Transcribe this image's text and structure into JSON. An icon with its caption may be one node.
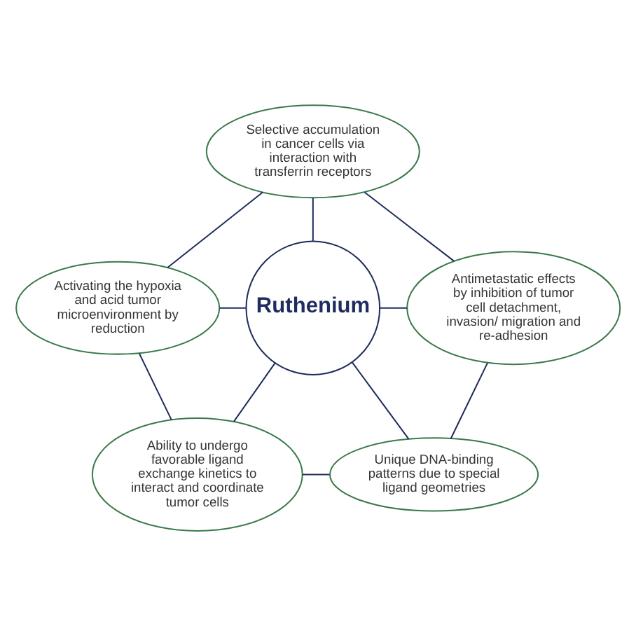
{
  "diagram": {
    "nodes": [
      {
        "text": [
          "Ruthenium"
        ]
      },
      {
        "text": [
          "Selective accumulation in cancer cells via interaction with transferrin receptors"
        ]
      },
      {
        "text": [
          "Antimetastatic effects by inhibition of tumor cell detachment, invasion/ migration and re-adhesion"
        ]
      },
      {
        "text": [
          "Unique DNA-binding patterns due to special ligand geometries"
        ]
      },
      {
        "text": [
          "Ability to undergo favorable ligand exchange kinetics to interact and coordinate tumor cells"
        ]
      },
      {
        "text": [
          "Activating the hypoxia and acid tumor microenvironment by reduction"
        ]
      }
    ],
    "edges": [
      {
        "from": 1,
        "to": 0,
        "arrow": "none"
      },
      {
        "from": 0,
        "to": 2,
        "arrow": "none"
      },
      {
        "from": 0,
        "to": 3,
        "arrow": "none"
      },
      {
        "from": 0,
        "to": 4,
        "arrow": "none"
      },
      {
        "from": 5,
        "to": 0,
        "arrow": "none"
      },
      {
        "from": 1,
        "to": 2,
        "arrow": "none"
      },
      {
        "from": 2,
        "to": 3,
        "arrow": "none"
      },
      {
        "from": 4,
        "to": 3,
        "arrow": "none"
      },
      {
        "from": 5,
        "to": 4,
        "arrow": "none"
      },
      {
        "from": 1,
        "to": 5,
        "arrow": "none"
      }
    ]
  }
}
